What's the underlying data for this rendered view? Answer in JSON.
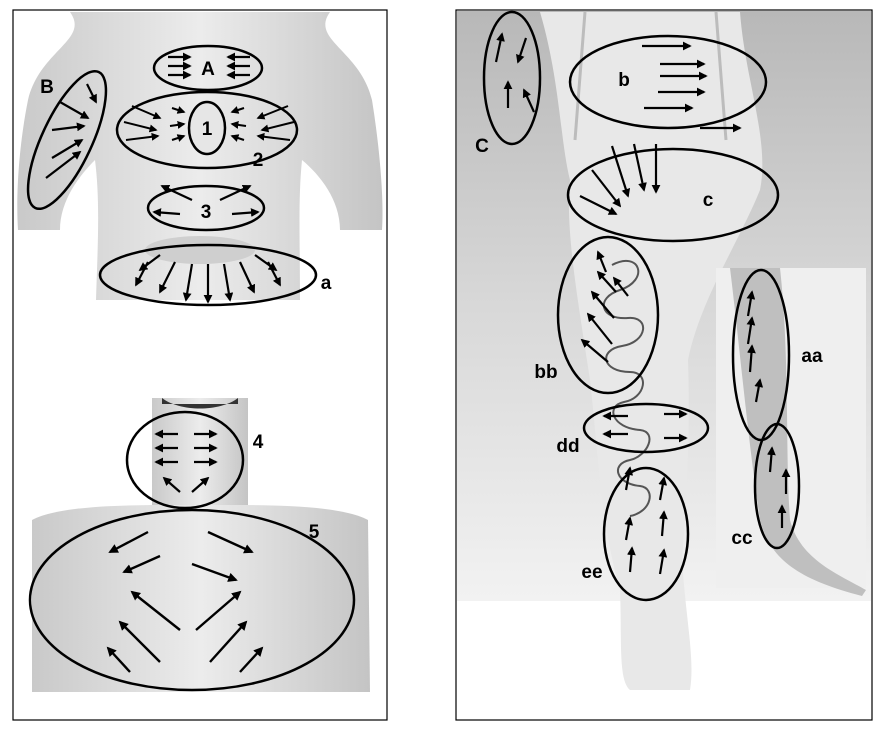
{
  "left_panel": {
    "front_torso": {
      "labels": {
        "A": "A",
        "B": "B",
        "one": "1",
        "two": "2",
        "three": "3",
        "a": "a"
      }
    },
    "back_torso": {
      "labels": {
        "four": "4",
        "five": "5"
      }
    }
  },
  "right_panel": {
    "labels": {
      "C": "C",
      "b": "b",
      "c": "c",
      "aa": "aa",
      "bb": "bb",
      "dd": "dd",
      "cc": "cc",
      "ee": "ee"
    }
  },
  "colors": {
    "frame": "#000000",
    "skin": "#d9d9d9",
    "background": "#ffffff"
  }
}
